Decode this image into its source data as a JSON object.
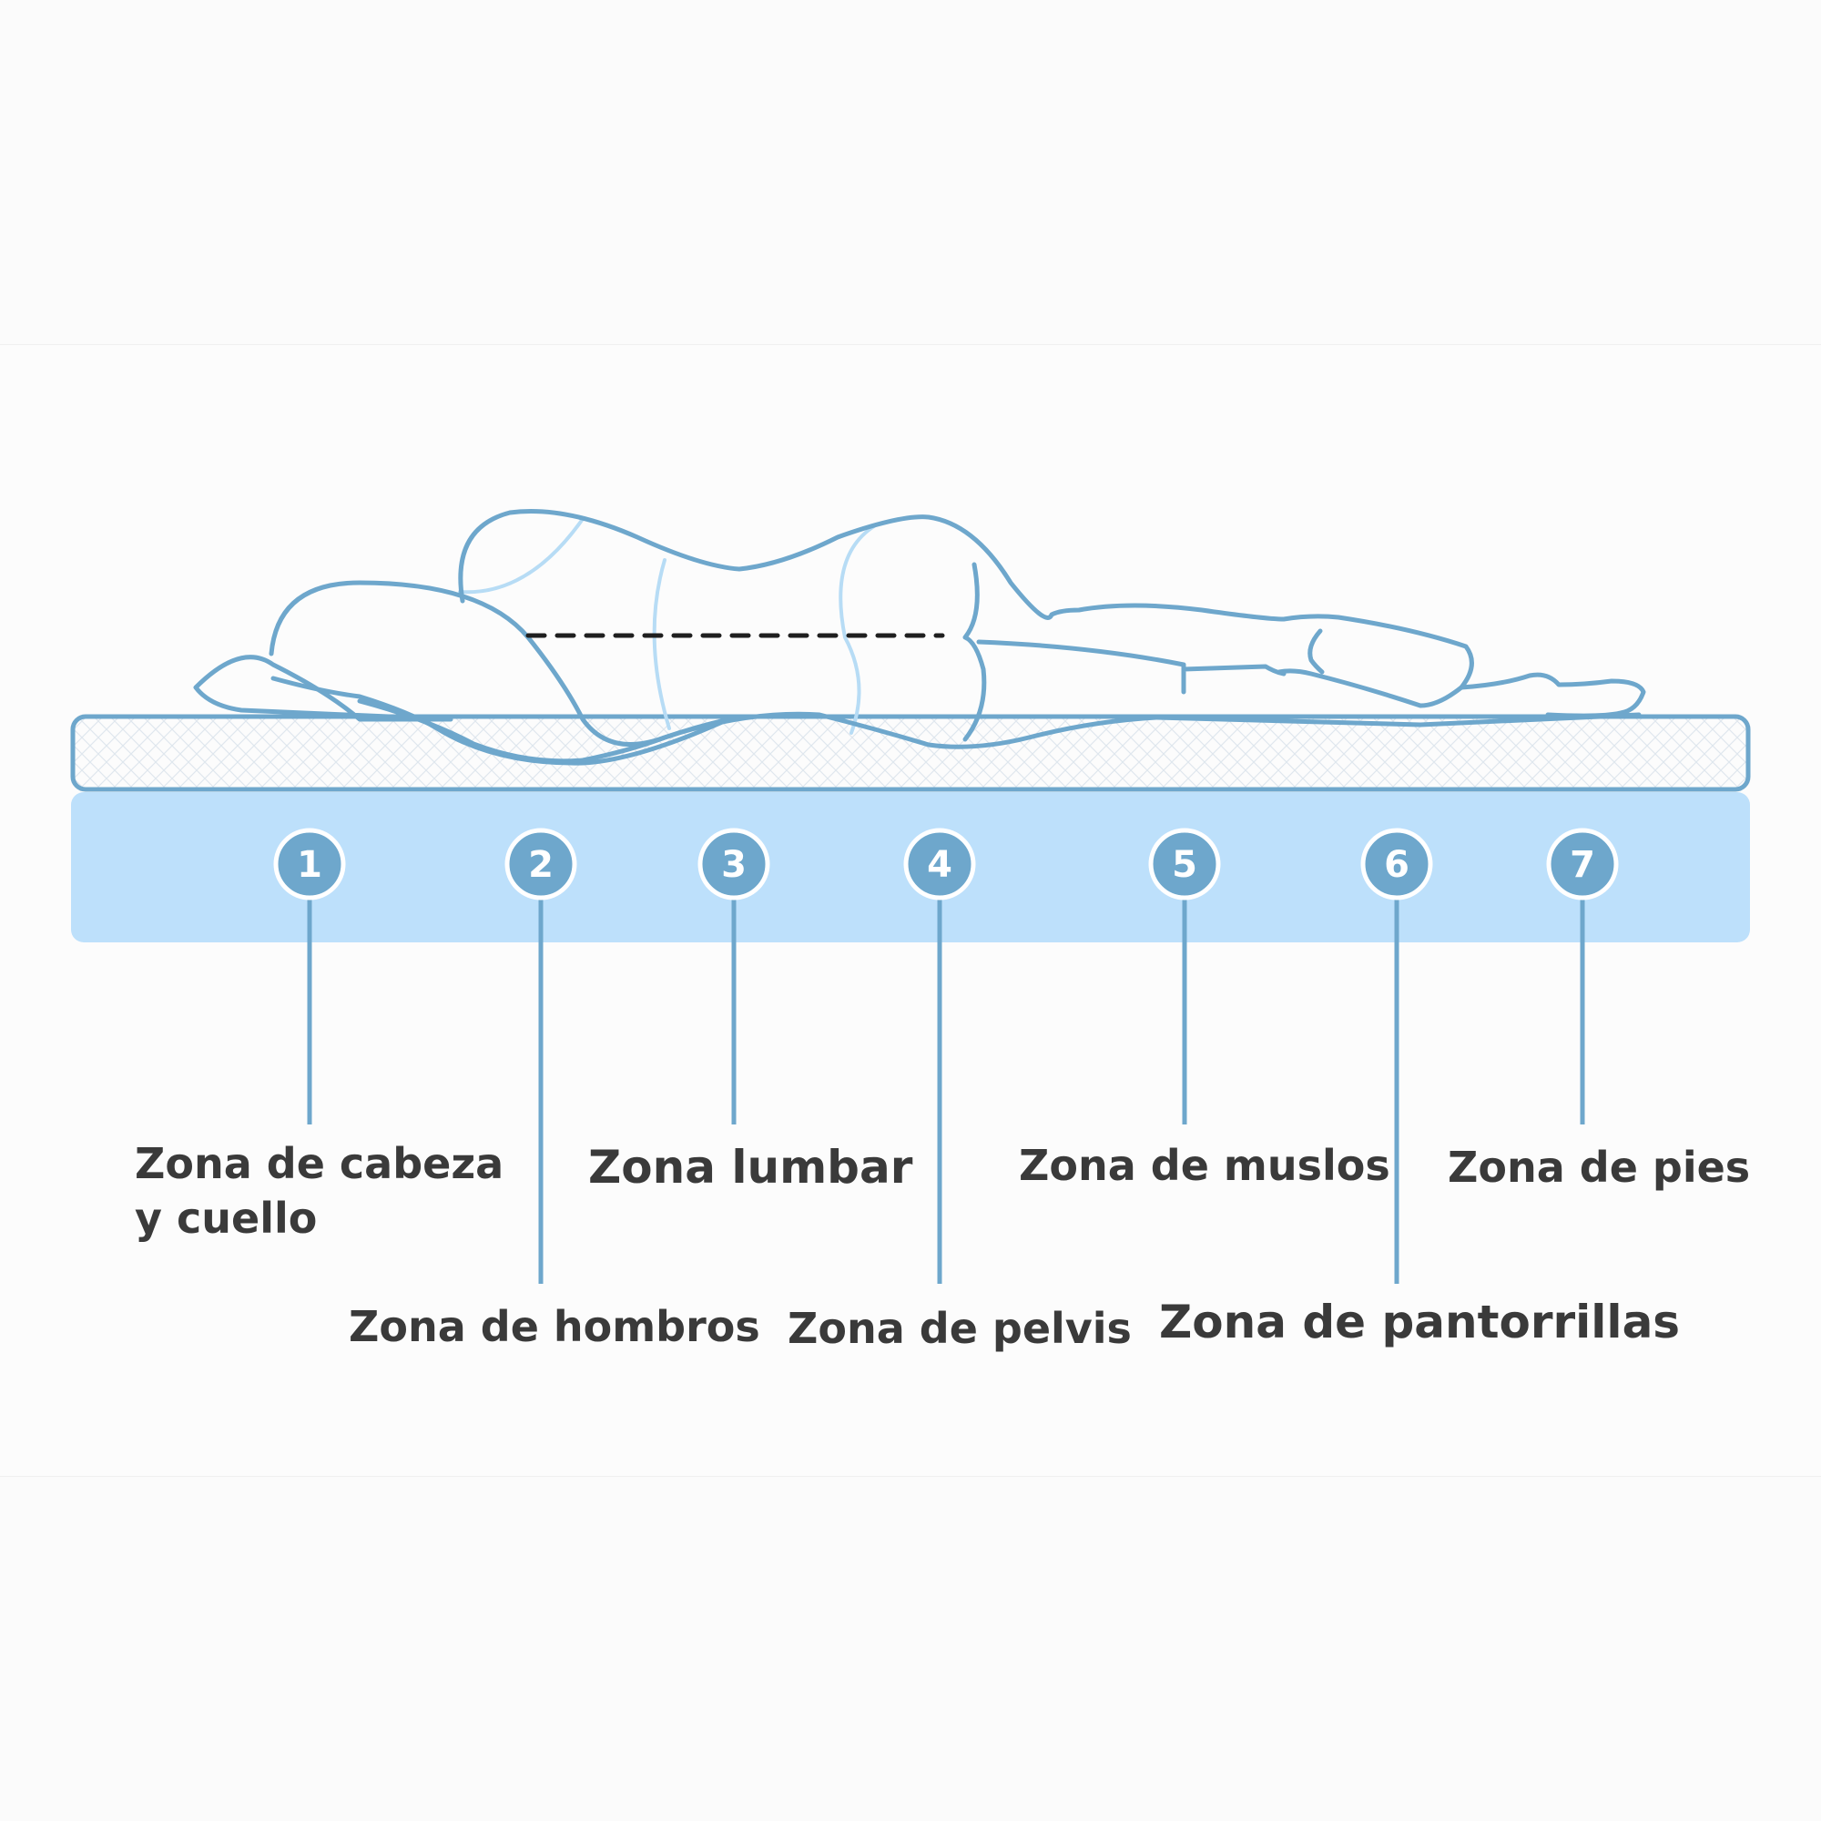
{
  "colors": {
    "outline": "#6ea7cc",
    "outline_light": "#b7dcf5",
    "base_fill": "#bde0fb",
    "marker_fill": "#6ea7cc",
    "label_text": "#3a3a3a"
  },
  "zones": [
    {
      "number": "1",
      "label": "Zona de cabeza y cuello"
    },
    {
      "number": "2",
      "label": "Zona de hombros"
    },
    {
      "number": "3",
      "label": "Zona lumbar"
    },
    {
      "number": "4",
      "label": "Zona de pelvis"
    },
    {
      "number": "5",
      "label": "Zona de muslos"
    },
    {
      "number": "6",
      "label": "Zona de pantorrillas"
    },
    {
      "number": "7",
      "label": "Zona de pies"
    }
  ]
}
